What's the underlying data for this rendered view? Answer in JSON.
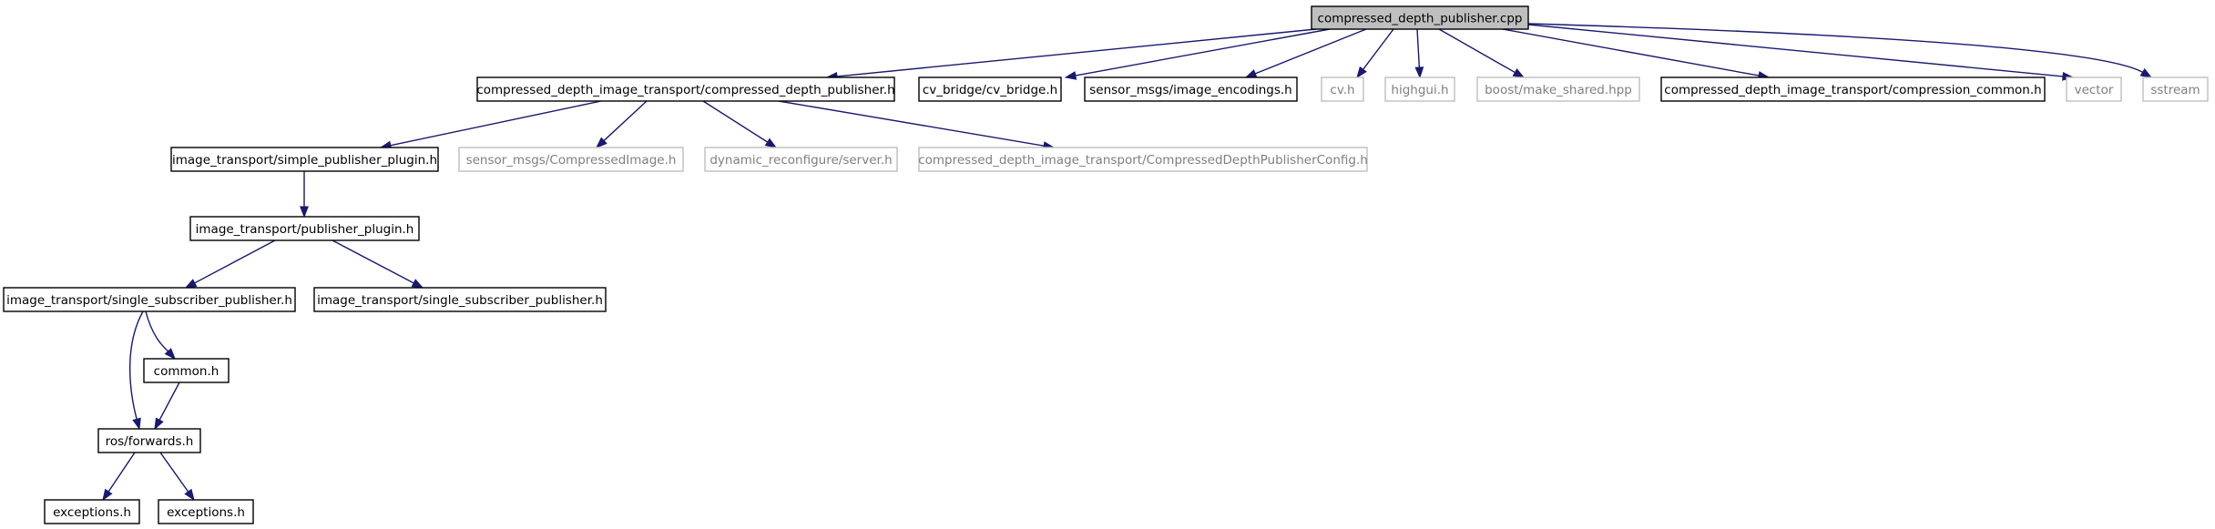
{
  "diagram": {
    "type": "include-dependency-graph",
    "colors": {
      "edge": "#191970",
      "root_fill": "#bfbfbf",
      "documented_border": "#000000",
      "external_border": "#bfbfbf",
      "documented_text": "#000000",
      "external_text": "#7f7f7f"
    },
    "nodes": [
      {
        "id": "root",
        "label": "compressed_depth_publisher.cpp",
        "kind": "root"
      },
      {
        "id": "cdp_h",
        "label": "compressed_depth_image_transport/compressed_depth_publisher.h",
        "kind": "documented"
      },
      {
        "id": "cv_bridge",
        "label": "cv_bridge/cv_bridge.h",
        "kind": "documented"
      },
      {
        "id": "image_enc",
        "label": "sensor_msgs/image_encodings.h",
        "kind": "documented"
      },
      {
        "id": "cv_h",
        "label": "cv.h",
        "kind": "external"
      },
      {
        "id": "highgui",
        "label": "highgui.h",
        "kind": "external"
      },
      {
        "id": "make_shared",
        "label": "boost/make_shared.hpp",
        "kind": "external"
      },
      {
        "id": "comp_common",
        "label": "compressed_depth_image_transport/compression_common.h",
        "kind": "documented"
      },
      {
        "id": "vector",
        "label": "vector",
        "kind": "external"
      },
      {
        "id": "sstream",
        "label": "sstream",
        "kind": "external"
      },
      {
        "id": "simple_pub",
        "label": "image_transport/simple_publisher_plugin.h",
        "kind": "documented"
      },
      {
        "id": "compressed_img",
        "label": "sensor_msgs/CompressedImage.h",
        "kind": "external"
      },
      {
        "id": "dyn_server",
        "label": "dynamic_reconfigure/server.h",
        "kind": "external"
      },
      {
        "id": "cdp_config",
        "label": "compressed_depth_image_transport/CompressedDepthPublisherConfig.h",
        "kind": "external"
      },
      {
        "id": "pub_plugin",
        "label": "image_transport/publisher_plugin.h",
        "kind": "documented"
      },
      {
        "id": "ssp1",
        "label": "image_transport/single_subscriber_publisher.h",
        "kind": "documented"
      },
      {
        "id": "ssp2",
        "label": "image_transport/single_subscriber_publisher.h",
        "kind": "documented"
      },
      {
        "id": "common",
        "label": "common.h",
        "kind": "documented"
      },
      {
        "id": "ros_fwd",
        "label": "ros/forwards.h",
        "kind": "documented"
      },
      {
        "id": "exc1",
        "label": "exceptions.h",
        "kind": "documented"
      },
      {
        "id": "exc2",
        "label": "exceptions.h",
        "kind": "documented"
      }
    ],
    "edges": [
      {
        "from": "root",
        "to": "cdp_h"
      },
      {
        "from": "root",
        "to": "cv_bridge"
      },
      {
        "from": "root",
        "to": "image_enc"
      },
      {
        "from": "root",
        "to": "cv_h"
      },
      {
        "from": "root",
        "to": "highgui"
      },
      {
        "from": "root",
        "to": "make_shared"
      },
      {
        "from": "root",
        "to": "comp_common"
      },
      {
        "from": "root",
        "to": "vector"
      },
      {
        "from": "root",
        "to": "sstream"
      },
      {
        "from": "cdp_h",
        "to": "simple_pub"
      },
      {
        "from": "cdp_h",
        "to": "compressed_img"
      },
      {
        "from": "cdp_h",
        "to": "dyn_server"
      },
      {
        "from": "cdp_h",
        "to": "cdp_config"
      },
      {
        "from": "simple_pub",
        "to": "pub_plugin"
      },
      {
        "from": "pub_plugin",
        "to": "ssp1"
      },
      {
        "from": "pub_plugin",
        "to": "ssp2"
      },
      {
        "from": "ssp1",
        "to": "common"
      },
      {
        "from": "ssp1",
        "to": "ros_fwd"
      },
      {
        "from": "common",
        "to": "ros_fwd"
      },
      {
        "from": "ros_fwd",
        "to": "exc1"
      },
      {
        "from": "ros_fwd",
        "to": "exc2"
      }
    ]
  }
}
